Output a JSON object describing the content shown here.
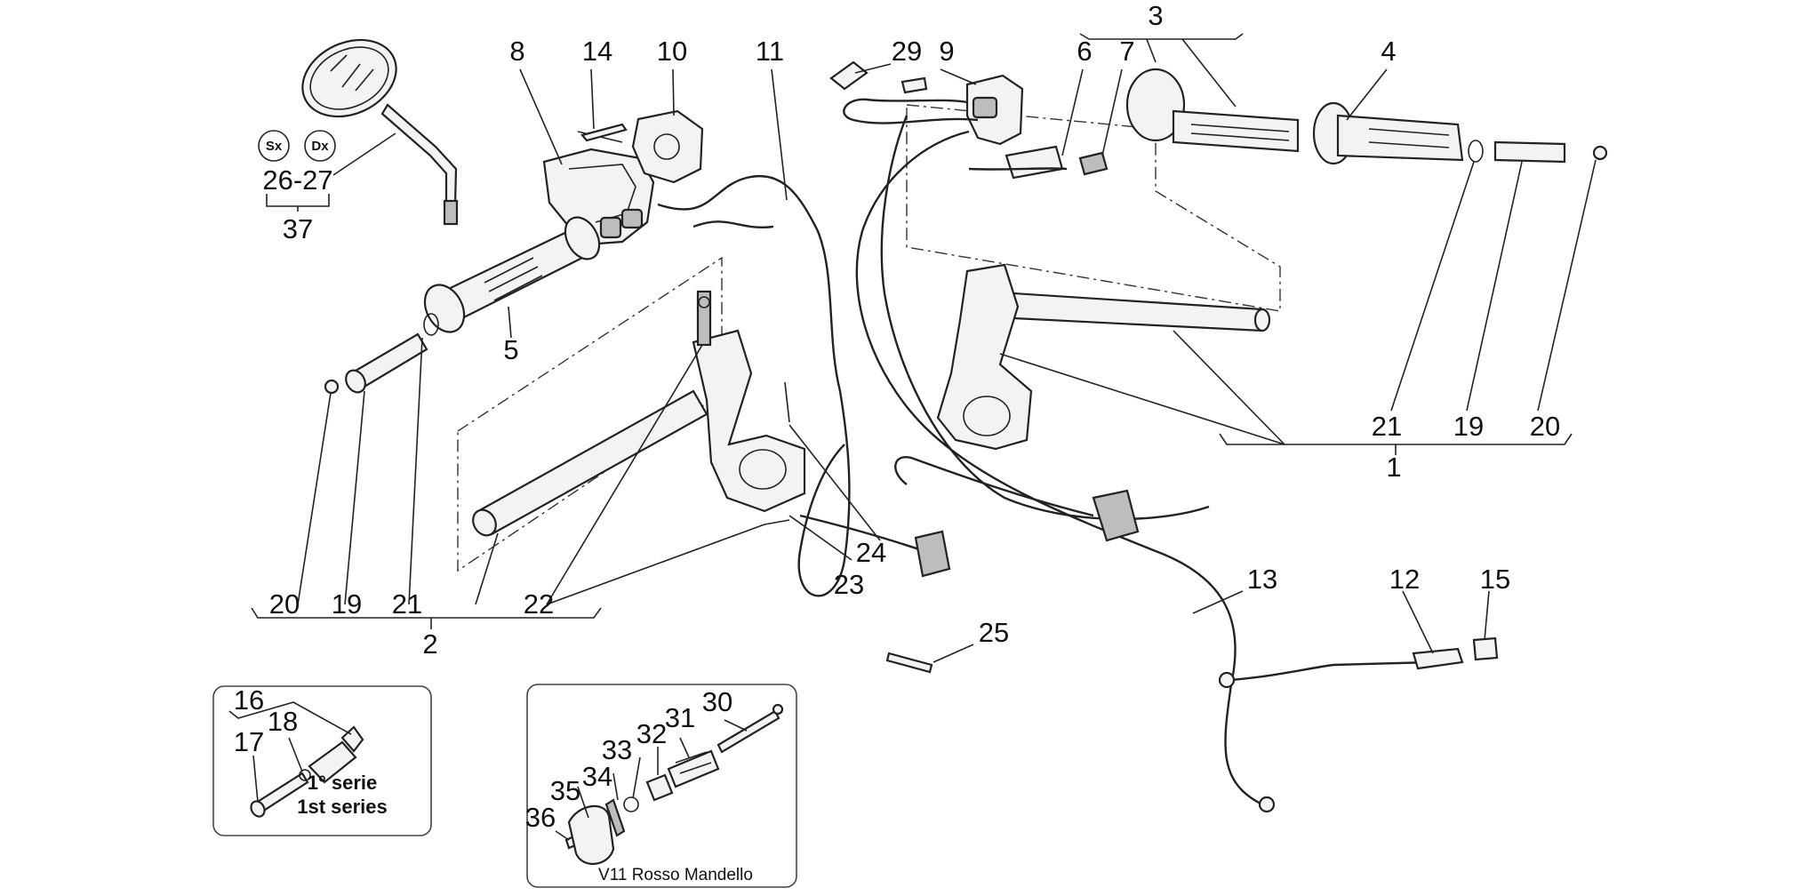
{
  "labels": {
    "l1": "1",
    "l2": "2",
    "l3": "3",
    "l4": "4",
    "l5": "5",
    "l6": "6",
    "l7": "7",
    "l8": "8",
    "l9": "9",
    "l10": "10",
    "l11": "11",
    "l12": "12",
    "l13": "13",
    "l14": "14",
    "l15": "15",
    "l16": "16",
    "l17": "17",
    "l18": "18",
    "l19a": "19",
    "l19b": "19",
    "l20a": "20",
    "l20b": "20",
    "l21a": "21",
    "l21b": "21",
    "l22": "22",
    "l23": "23",
    "l24": "24",
    "l25": "25",
    "l26_27": "26-27",
    "l29": "29",
    "l30": "30",
    "l31": "31",
    "l32": "32",
    "l33": "33",
    "l34": "34",
    "l35": "35",
    "l36": "36",
    "l37": "37"
  },
  "badges": {
    "sx": "Sx",
    "dx": "Dx"
  },
  "insets": {
    "series_it": "1° serie",
    "series_en": "1st series",
    "variant": "V11 Rosso Mandello"
  }
}
